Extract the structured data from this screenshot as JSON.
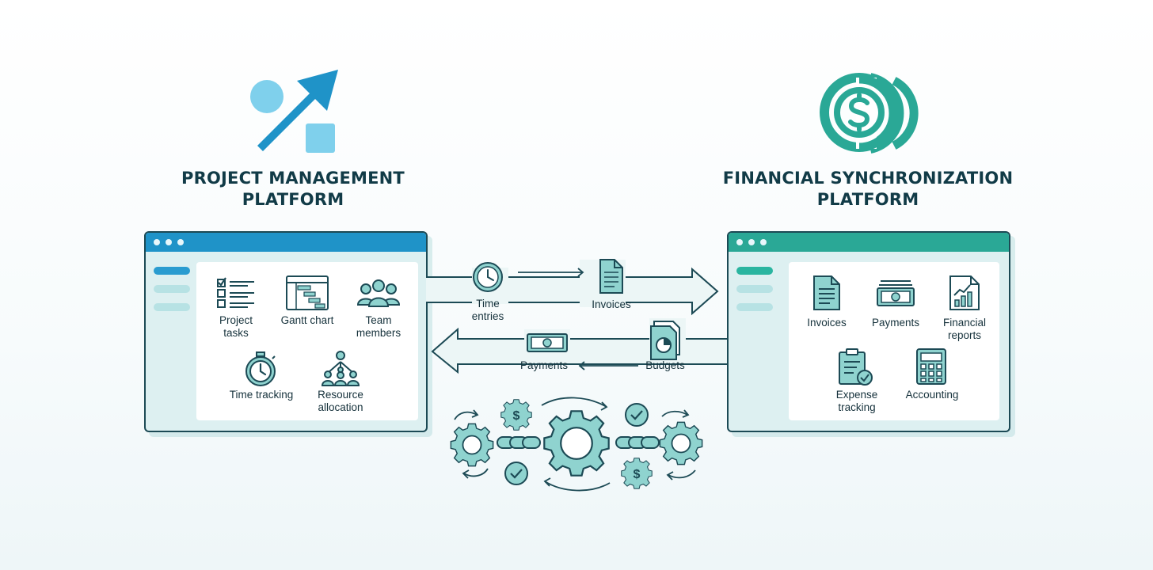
{
  "left_platform": {
    "title_line1": "PROJECT MANAGEMENT",
    "title_line2": "PLATFORM",
    "logo_icon": "arrow-up-right-shapes-icon",
    "items": [
      {
        "label": "Project\ntasks",
        "icon": "checklist-icon"
      },
      {
        "label": "Gantt chart",
        "icon": "gantt-chart-icon"
      },
      {
        "label": "Team\nmembers",
        "icon": "team-members-icon"
      },
      {
        "label": "Time tracking",
        "icon": "stopwatch-icon"
      },
      {
        "label": "Resource\nallocation",
        "icon": "resource-allocation-icon"
      }
    ]
  },
  "right_platform": {
    "title_line1": "FINANCIAL SYNCHRONIZATION",
    "title_line2": "PLATFORM",
    "logo_icon": "dollar-coin-icon",
    "items": [
      {
        "label": "Invoices",
        "icon": "invoice-icon"
      },
      {
        "label": "Payments",
        "icon": "banknote-icon"
      },
      {
        "label": "Financial\nreports",
        "icon": "financial-report-icon"
      },
      {
        "label": "Expense\ntracking",
        "icon": "expense-clipboard-icon"
      },
      {
        "label": "Accounting",
        "icon": "calculator-icon"
      }
    ]
  },
  "flows": {
    "to_finance": [
      {
        "label": "Time\nentries",
        "icon": "clock-icon"
      },
      {
        "label": "Invoices",
        "icon": "invoice-icon"
      }
    ],
    "to_project": [
      {
        "label": "Payments",
        "icon": "banknote-icon"
      },
      {
        "label": "Budgets",
        "icon": "budget-document-icon"
      }
    ]
  },
  "sync_icon": "sync-gears-chain-icon",
  "colors": {
    "blue": "#1f93c8",
    "light_blue": "#7fd0ec",
    "teal": "#2aa896",
    "dark_outline": "#1c4a55",
    "window_bg": "#ddf0f1",
    "icon_fill": "#8fd3cf"
  }
}
